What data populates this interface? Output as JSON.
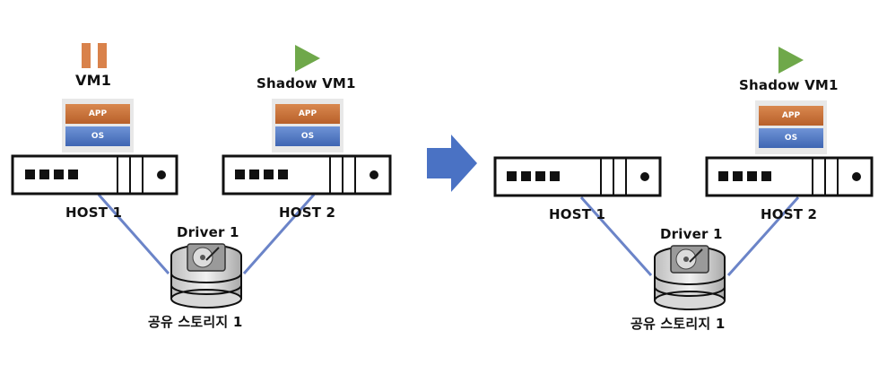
{
  "diagram": {
    "left": {
      "vm_label": "VM1",
      "vm_state": "paused",
      "shadow_label": "Shadow VM1",
      "shadow_state": "running",
      "app_label": "APP",
      "os_label": "OS",
      "host1_label": "HOST 1",
      "host2_label": "HOST 2",
      "driver_label": "Driver 1",
      "storage_label": "공유 스토리지 1"
    },
    "right": {
      "shadow_label": "Shadow VM1",
      "shadow_state": "running",
      "app_label": "APP",
      "os_label": "OS",
      "host1_label": "HOST 1",
      "host2_label": "HOST 2",
      "driver_label": "Driver 1",
      "storage_label": "공유 스토리지 1"
    },
    "colors": {
      "pause_icon": "#d9824b",
      "play_icon": "#6fa84a",
      "transition_arrow": "#4a72c4",
      "connector_line": "#6b84c8",
      "app_layer": "#c8733a",
      "os_layer": "#5079c4"
    }
  }
}
